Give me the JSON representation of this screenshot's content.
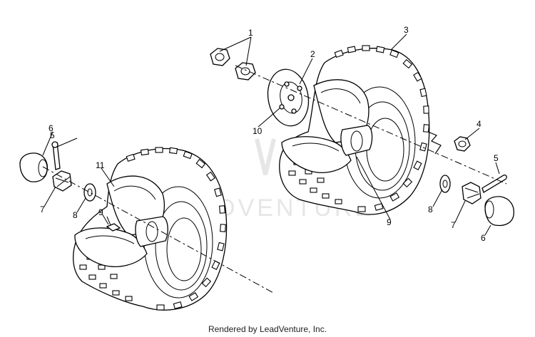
{
  "footer": {
    "text": "Rendered by LeadVenture, Inc."
  },
  "callouts": {
    "c1": "1",
    "c2": "2",
    "c3": "3",
    "c4": "4",
    "c5a": "5",
    "c5b": "5",
    "c6a": "6",
    "c6b": "6",
    "c7a": "7",
    "c7b": "7",
    "c8a": "8",
    "c8b": "8",
    "c9a": "9",
    "c9b": "9",
    "c10": "10",
    "c11": "11"
  }
}
